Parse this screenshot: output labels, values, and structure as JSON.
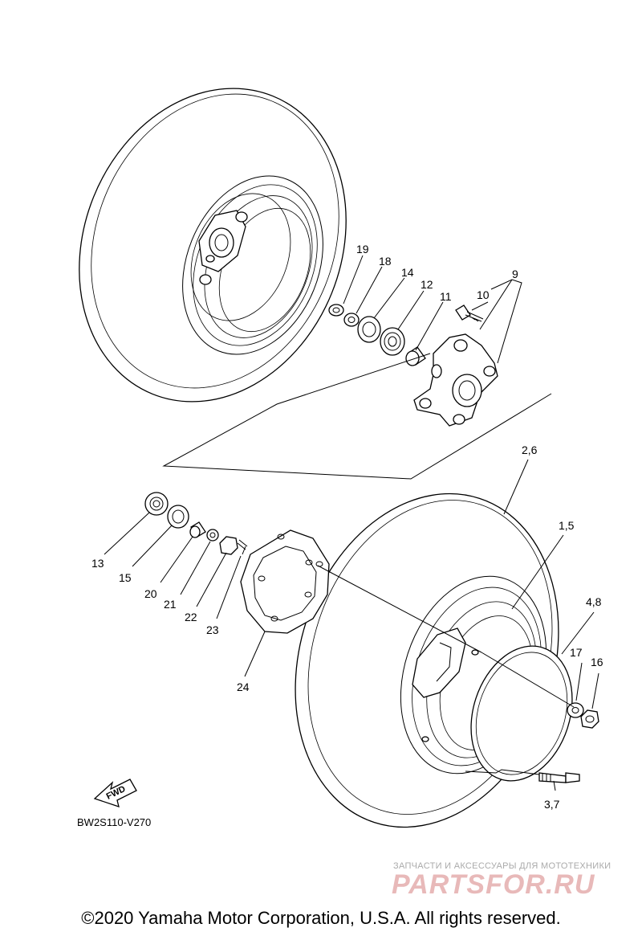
{
  "diagram_code": "BW2S110-V270",
  "fwd_label": "FWD",
  "copyright": "©2020 Yamaha Motor Corporation, U.S.A. All rights reserved.",
  "watermark": {
    "subtitle": "ЗАПЧАСТИ И АКСЕССУАРЫ ДЛЯ МОТОТЕХНИКИ",
    "logo": "PARTSFOR.RU"
  },
  "callouts": {
    "c19": "19",
    "c18": "18",
    "c14": "14",
    "c12": "12",
    "c11": "11",
    "c10": "10",
    "c9": "9",
    "c26": "2,6",
    "c15b": "1,5",
    "c48": "4,8",
    "c17": "17",
    "c16": "16",
    "c37": "3,7",
    "c13": "13",
    "c15": "15",
    "c20": "20",
    "c21": "21",
    "c22": "22",
    "c23": "23",
    "c24": "24"
  }
}
